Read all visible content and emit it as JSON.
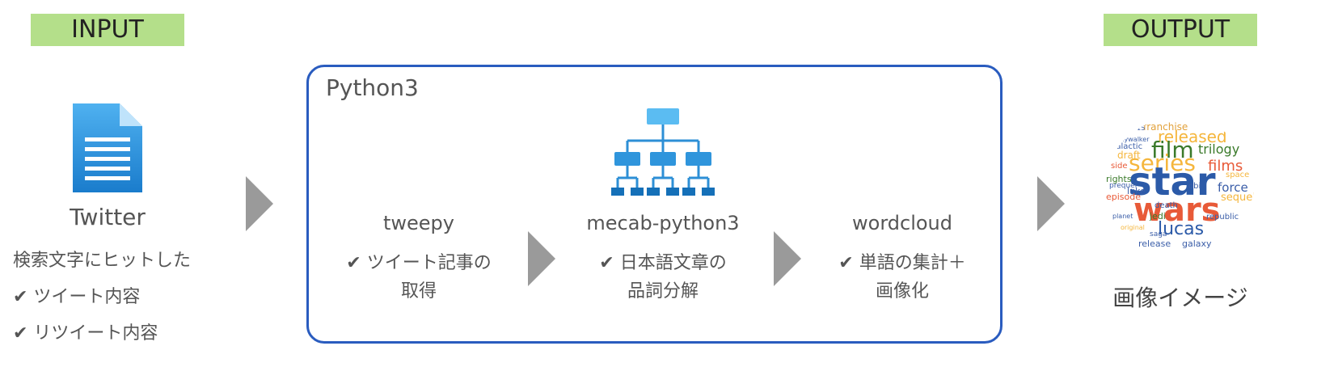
{
  "input_label": "INPUT",
  "output_label": "OUTPUT",
  "python_label": "Python3",
  "twitter": {
    "title": "Twitter",
    "line1": "検索文字にヒットした",
    "line2": "✔ ツイート内容",
    "line3": "✔ リツイート内容"
  },
  "tweepy": {
    "title": "tweepy",
    "desc1": "✔ ツイート記事の",
    "desc2": "取得"
  },
  "mecab": {
    "title": "mecab-python3",
    "desc1": "✔ 日本語文章の",
    "desc2": "品詞分解"
  },
  "wordcloud": {
    "title": "wordcloud",
    "desc1": "✔ 単語の集計＋",
    "desc2": "画像化"
  },
  "output_caption": "画像イメージ",
  "wordcloud_words": {
    "w1": "star",
    "w2": "wars",
    "w3": "series",
    "w4": "film",
    "w5": "lucas",
    "w6": "released",
    "w7": "trilogy",
    "w8": "films",
    "w9": "force",
    "w10": "sequel",
    "w11": "franchise",
    "w12": "galaxy",
    "w13": "release",
    "w14": "jedi",
    "w15": "luke",
    "w16": "episode",
    "w17": "rights",
    "w18": "draft",
    "w19": "galactic",
    "w20": "death",
    "w21": "prequel",
    "w22": "skywalker",
    "w23": "space",
    "w24": "republic",
    "w25": "saga",
    "w26": "planet",
    "w27": "obi",
    "w28": "side",
    "w29": "2015",
    "w30": "original"
  },
  "colors": {
    "badge": "#b4df8a",
    "box_border": "#2a5cbf",
    "arrow": "#9a9a9a",
    "doc_blue": "#2b93dd",
    "tree_blue": "#1f86cf"
  }
}
